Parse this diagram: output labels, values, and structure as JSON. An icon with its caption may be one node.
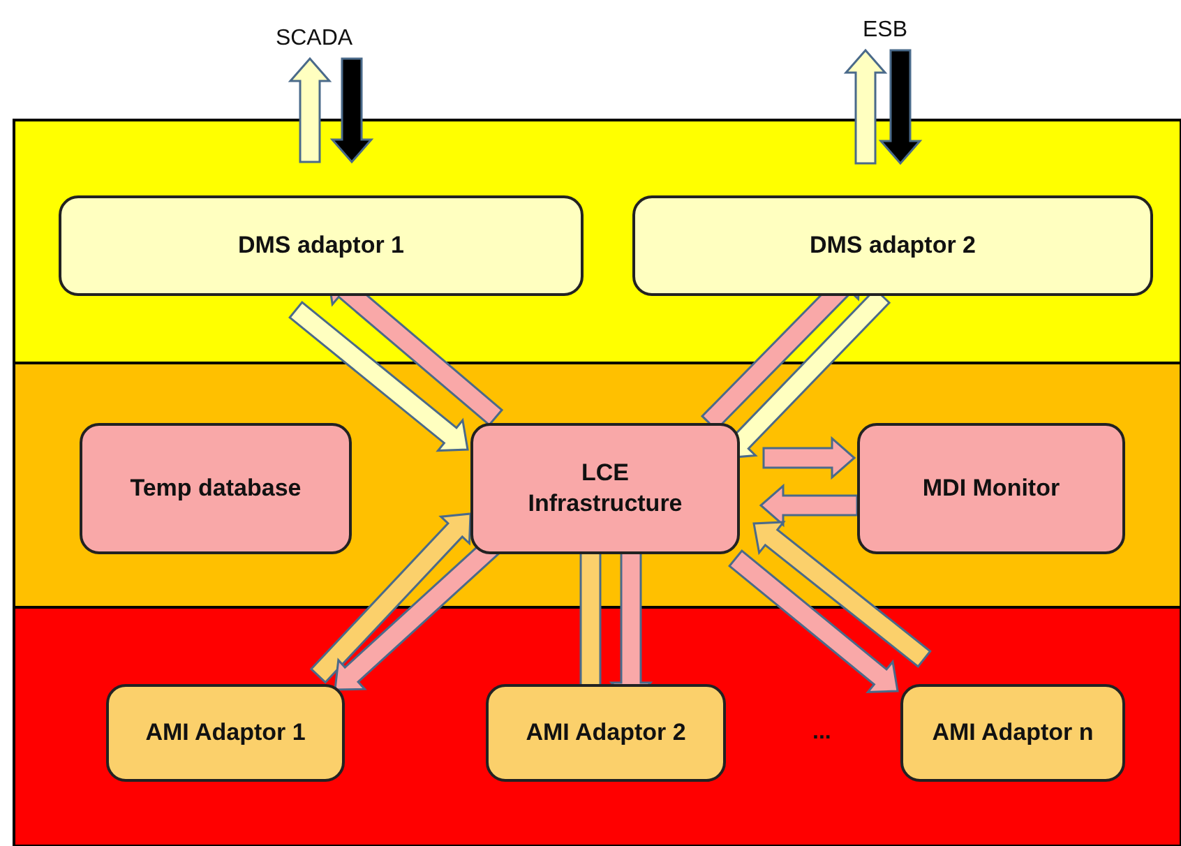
{
  "diagram": {
    "nodes": [
      {
        "text": [
          "SCADA"
        ]
      },
      {
        "text": [
          "ESB"
        ]
      },
      {
        "text": [
          "DMS adaptor 1"
        ]
      },
      {
        "text": [
          "DMS adaptor 2"
        ]
      },
      {
        "text": [
          "Temp database"
        ]
      },
      {
        "text": [
          "LCE Infrastructure"
        ]
      },
      {
        "text": [
          "MDI Monitor"
        ]
      },
      {
        "text": [
          "AMI Adaptor 1"
        ]
      },
      {
        "text": [
          "AMI Adaptor 2"
        ]
      },
      {
        "text": [
          "AMI Adaptor n"
        ]
      }
    ],
    "edges": [
      {
        "from": null,
        "to": 0,
        "arrow": "to",
        "color": "#ffffc0"
      },
      {
        "from": 0,
        "to": null,
        "arrow": "to",
        "color": "#000000"
      },
      {
        "from": null,
        "to": 1,
        "arrow": "to",
        "color": "#ffffc0"
      },
      {
        "from": 1,
        "to": null,
        "arrow": "to",
        "color": "#000000"
      },
      {
        "from": 5,
        "to": 2,
        "arrow": "to"
      },
      {
        "from": 2,
        "to": 5,
        "arrow": "to",
        "color": "#ffffc0"
      },
      {
        "from": 5,
        "to": 3,
        "arrow": "to"
      },
      {
        "from": 3,
        "to": 5,
        "arrow": "to",
        "color": "#ffffc0"
      },
      {
        "from": 5,
        "to": 6,
        "arrow": "to"
      },
      {
        "from": 6,
        "to": 5,
        "arrow": "to"
      },
      {
        "from": 7,
        "to": 5,
        "arrow": "to",
        "color": "#fbd06b"
      },
      {
        "from": 5,
        "to": 7,
        "arrow": "to"
      },
      {
        "from": 8,
        "to": 5,
        "arrow": "to",
        "color": "#fbd06b"
      },
      {
        "from": 5,
        "to": 8,
        "arrow": "to"
      },
      {
        "from": 9,
        "to": 5,
        "arrow": "to",
        "color": "#fbd06b"
      },
      {
        "from": 5,
        "to": 9,
        "arrow": "to"
      }
    ],
    "labels": [
      "..."
    ]
  }
}
